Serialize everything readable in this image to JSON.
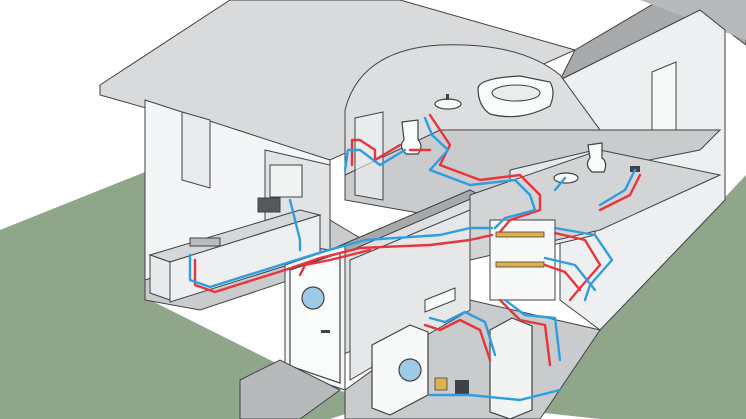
{
  "diagram": {
    "colors": {
      "background": "#ffffff",
      "ground": "#8fa68a",
      "roof_light": "#d9dadb",
      "roof_dark": "#a7a9ab",
      "wall_outer": "#f4f5f6",
      "wall_inner": "#e2e3e4",
      "floor": "#c9cbcc",
      "floor_dark": "#9fa1a3",
      "outline": "#3f4244",
      "hot_pipe": "#e8343c",
      "cold_pipe": "#2f9de0",
      "manifold": "#e0b04a",
      "door_window": "#9ecae8"
    },
    "icons": [
      "roof-shape",
      "gable-wall",
      "kitchen-counter",
      "water-heater",
      "bathtub",
      "toilet",
      "washbasin",
      "shower-cabin",
      "distribution-manifold",
      "washing-machine",
      "boiler-tank",
      "water-meter",
      "entrance-door",
      "porthole-window"
    ]
  }
}
